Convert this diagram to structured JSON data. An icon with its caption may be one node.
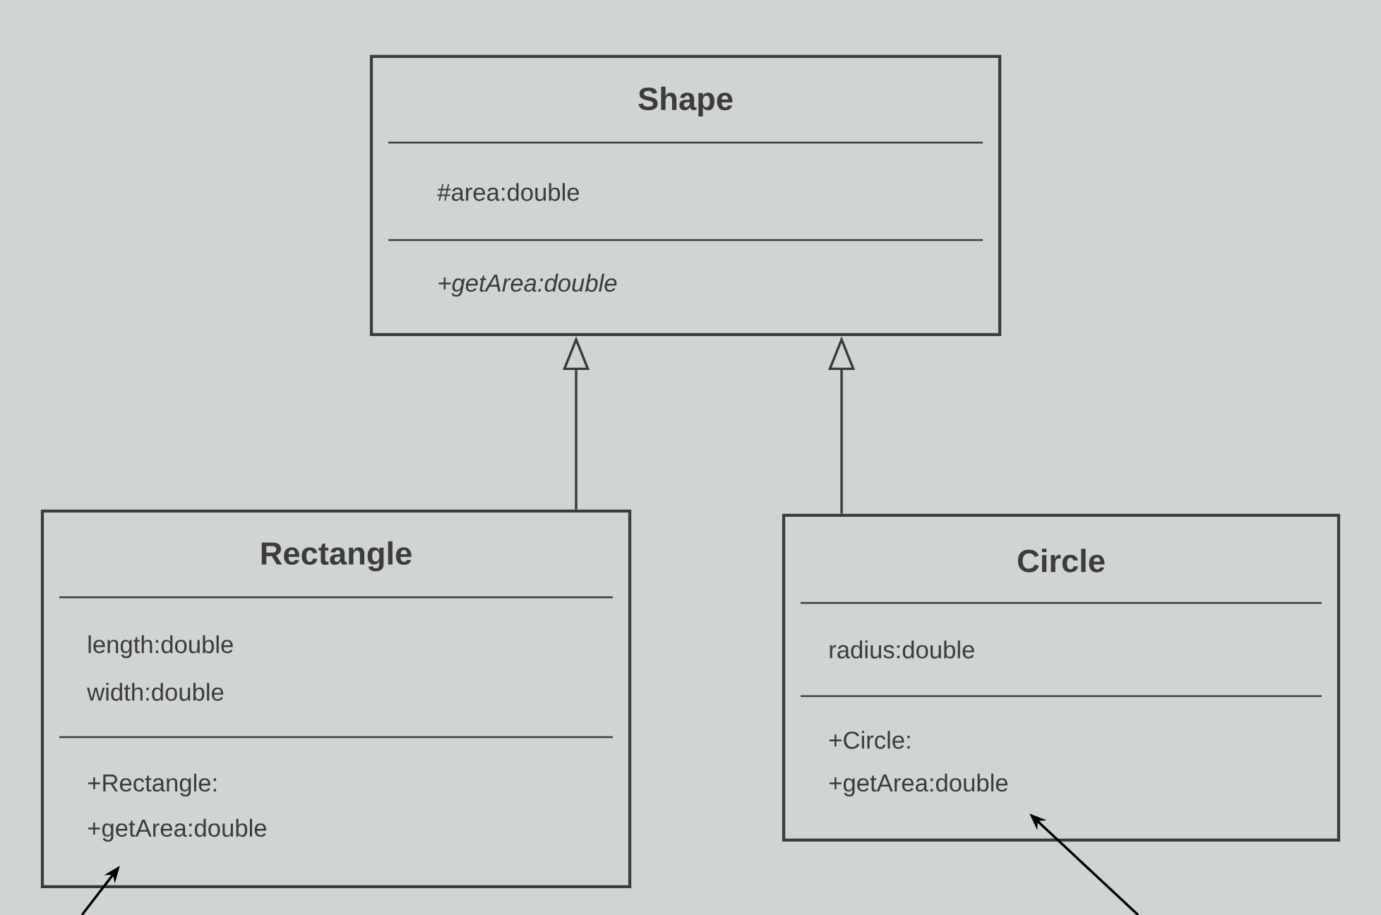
{
  "diagram": {
    "nodes": [
      {
        "text": [
          "Shape",
          "#area:double",
          "*+getArea:double*"
        ]
      },
      {
        "text": [
          "Rectangle",
          "length:double",
          "width:double",
          "+Rectangle:",
          "+getArea:double"
        ]
      },
      {
        "text": [
          "Circle",
          "radius:double",
          "+Circle:",
          "+getArea:double"
        ]
      }
    ],
    "edges": [
      {
        "from": 1,
        "to": 0,
        "arrow": "to"
      },
      {
        "from": 2,
        "to": 0,
        "arrow": "to"
      },
      {
        "from": null,
        "to": 1,
        "arrow": "to"
      },
      {
        "from": null,
        "to": 2,
        "arrow": "to"
      }
    ]
  }
}
